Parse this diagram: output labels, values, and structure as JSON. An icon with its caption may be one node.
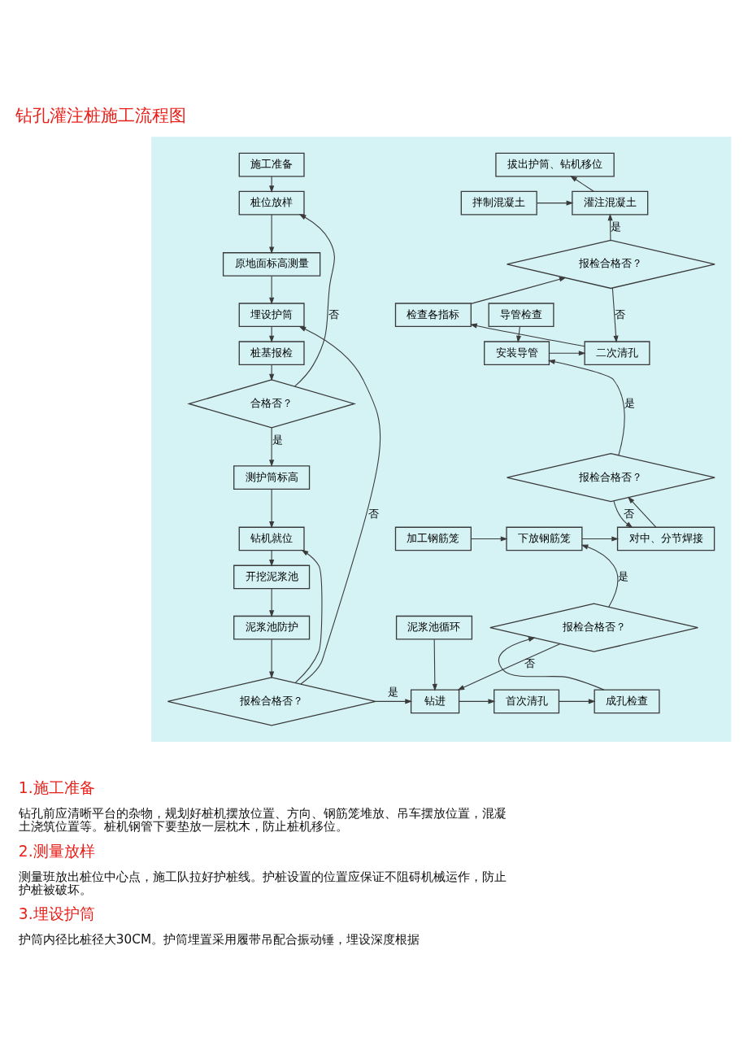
{
  "diagram": {
    "title": "钻孔灌注桩施工流程图",
    "nodes": [
      {
        "text": [],
        "shape": "box"
      },
      {
        "text": [
          "施工准备"
        ],
        "in": 0
      },
      {
        "text": [
          "桩位放样"
        ],
        "in": 0
      },
      {
        "text": [
          "原地面标高测量"
        ],
        "in": 0
      },
      {
        "text": [
          "埋设护筒"
        ],
        "in": 0
      },
      {
        "text": [
          "桩基报检"
        ],
        "in": 0
      },
      {
        "text": [
          "合格否？"
        ],
        "in": 0
      },
      {
        "text": [
          "测护筒标高"
        ],
        "in": 0
      },
      {
        "text": [
          "钻机就位"
        ],
        "in": 0
      },
      {
        "text": [
          "开挖泥浆池"
        ],
        "in": 0
      },
      {
        "text": [
          "泥浆池防护"
        ],
        "in": 0
      },
      {
        "text": [
          "报检合格否？"
        ],
        "in": 0
      },
      {
        "text": [
          "泥浆池循环"
        ],
        "in": 0
      },
      {
        "text": [
          "钻进"
        ],
        "in": 0
      },
      {
        "text": [
          "首次清孔"
        ],
        "in": 0
      },
      {
        "text": [
          "成孔检查"
        ],
        "in": 0
      },
      {
        "text": [
          "报检合格否？"
        ],
        "in": 0
      },
      {
        "text": [
          "加工钢筋笼"
        ],
        "in": 0
      },
      {
        "text": [
          "下放钢筋笼"
        ],
        "in": 0
      },
      {
        "text": [
          "对中、分节焊接"
        ],
        "in": 0
      },
      {
        "text": [
          "报检合格否？"
        ],
        "in": 0
      },
      {
        "text": [
          "导管检查"
        ],
        "in": 0
      },
      {
        "text": [
          "安装导管"
        ],
        "in": 0
      },
      {
        "text": [
          "二次清孔"
        ],
        "in": 0
      },
      {
        "text": [
          "检查各指标"
        ],
        "in": 0
      },
      {
        "text": [
          "报检合格否？"
        ],
        "in": 0
      },
      {
        "text": [
          "灌注混凝土"
        ],
        "in": 0
      },
      {
        "text": [
          "拌制混凝土"
        ],
        "in": 0
      },
      {
        "text": [
          "拔出护筒、钻机移位"
        ],
        "in": 0
      }
    ],
    "edges": [
      {
        "from": 1,
        "to": 2,
        "arrow": "to"
      },
      {
        "from": 2,
        "to": 3,
        "arrow": "to"
      },
      {
        "from": 3,
        "to": 4,
        "arrow": "to"
      },
      {
        "from": 4,
        "to": 5,
        "arrow": "to"
      },
      {
        "from": 5,
        "to": 6,
        "arrow": "to"
      },
      {
        "from": 6,
        "to": 7,
        "arrow": "to",
        "label": "是"
      },
      {
        "from": 6,
        "to": 2,
        "arrow": "to",
        "label": "否"
      },
      {
        "from": 7,
        "to": 8,
        "arrow": "to"
      },
      {
        "from": 8,
        "to": 9,
        "arrow": "to"
      },
      {
        "from": 9,
        "to": 10,
        "arrow": "to"
      },
      {
        "from": 10,
        "to": 11,
        "arrow": "to"
      },
      {
        "from": 11,
        "to": 13,
        "arrow": "to",
        "label": "是"
      },
      {
        "from": 11,
        "to": 4,
        "arrow": "to",
        "label": "否"
      },
      {
        "from": 11,
        "to": 8,
        "arrow": "to"
      },
      {
        "from": 12,
        "to": 13,
        "arrow": "to"
      },
      {
        "from": 13,
        "to": 14,
        "arrow": "to"
      },
      {
        "from": 14,
        "to": 15,
        "arrow": "to"
      },
      {
        "from": 15,
        "to": 16,
        "arrow": "to"
      },
      {
        "from": 16,
        "to": 18,
        "arrow": "to",
        "label": "是"
      },
      {
        "from": 16,
        "to": 13,
        "arrow": "to",
        "label": "否"
      },
      {
        "from": 17,
        "to": 18,
        "arrow": "to"
      },
      {
        "from": 18,
        "to": 19,
        "arrow": "to"
      },
      {
        "from": 19,
        "to": 20,
        "arrow": "to"
      },
      {
        "from": 20,
        "to": 22,
        "arrow": "to",
        "label": "是"
      },
      {
        "from": 20,
        "to": 19,
        "arrow": "to",
        "label": "否"
      },
      {
        "from": 21,
        "to": 22,
        "arrow": "to"
      },
      {
        "from": 22,
        "to": 23,
        "arrow": "to"
      },
      {
        "from": 23,
        "to": 24,
        "arrow": "to"
      },
      {
        "from": 24,
        "to": 25,
        "arrow": "to"
      },
      {
        "from": 25,
        "to": 26,
        "arrow": "to",
        "label": "是"
      },
      {
        "from": 25,
        "to": 23,
        "arrow": "to",
        "label": "否"
      },
      {
        "from": 27,
        "to": 26,
        "arrow": "to"
      },
      {
        "from": 26,
        "to": 28,
        "arrow": "to"
      }
    ],
    "labels": [
      "1.施工准备",
      "钻孔前应清晰平台的杂物，规划好桩机摆放位置、方向、钢筋笼堆放、吊车摆放位置，混凝土浇筑位置等。桩机钢管下要垫放一层枕木，防止桩机移位。",
      "2.测量放样",
      "测量班放出桩位中心点，施工队拉好护桩线。护桩设置的位置应保证不阻碍机械运作，防止护桩被破坏。",
      "3.埋设护筒",
      "护筒内径比桩径大30CM。护筒埋置采用履带吊配合振动锤，埋设深度根据"
    ]
  }
}
